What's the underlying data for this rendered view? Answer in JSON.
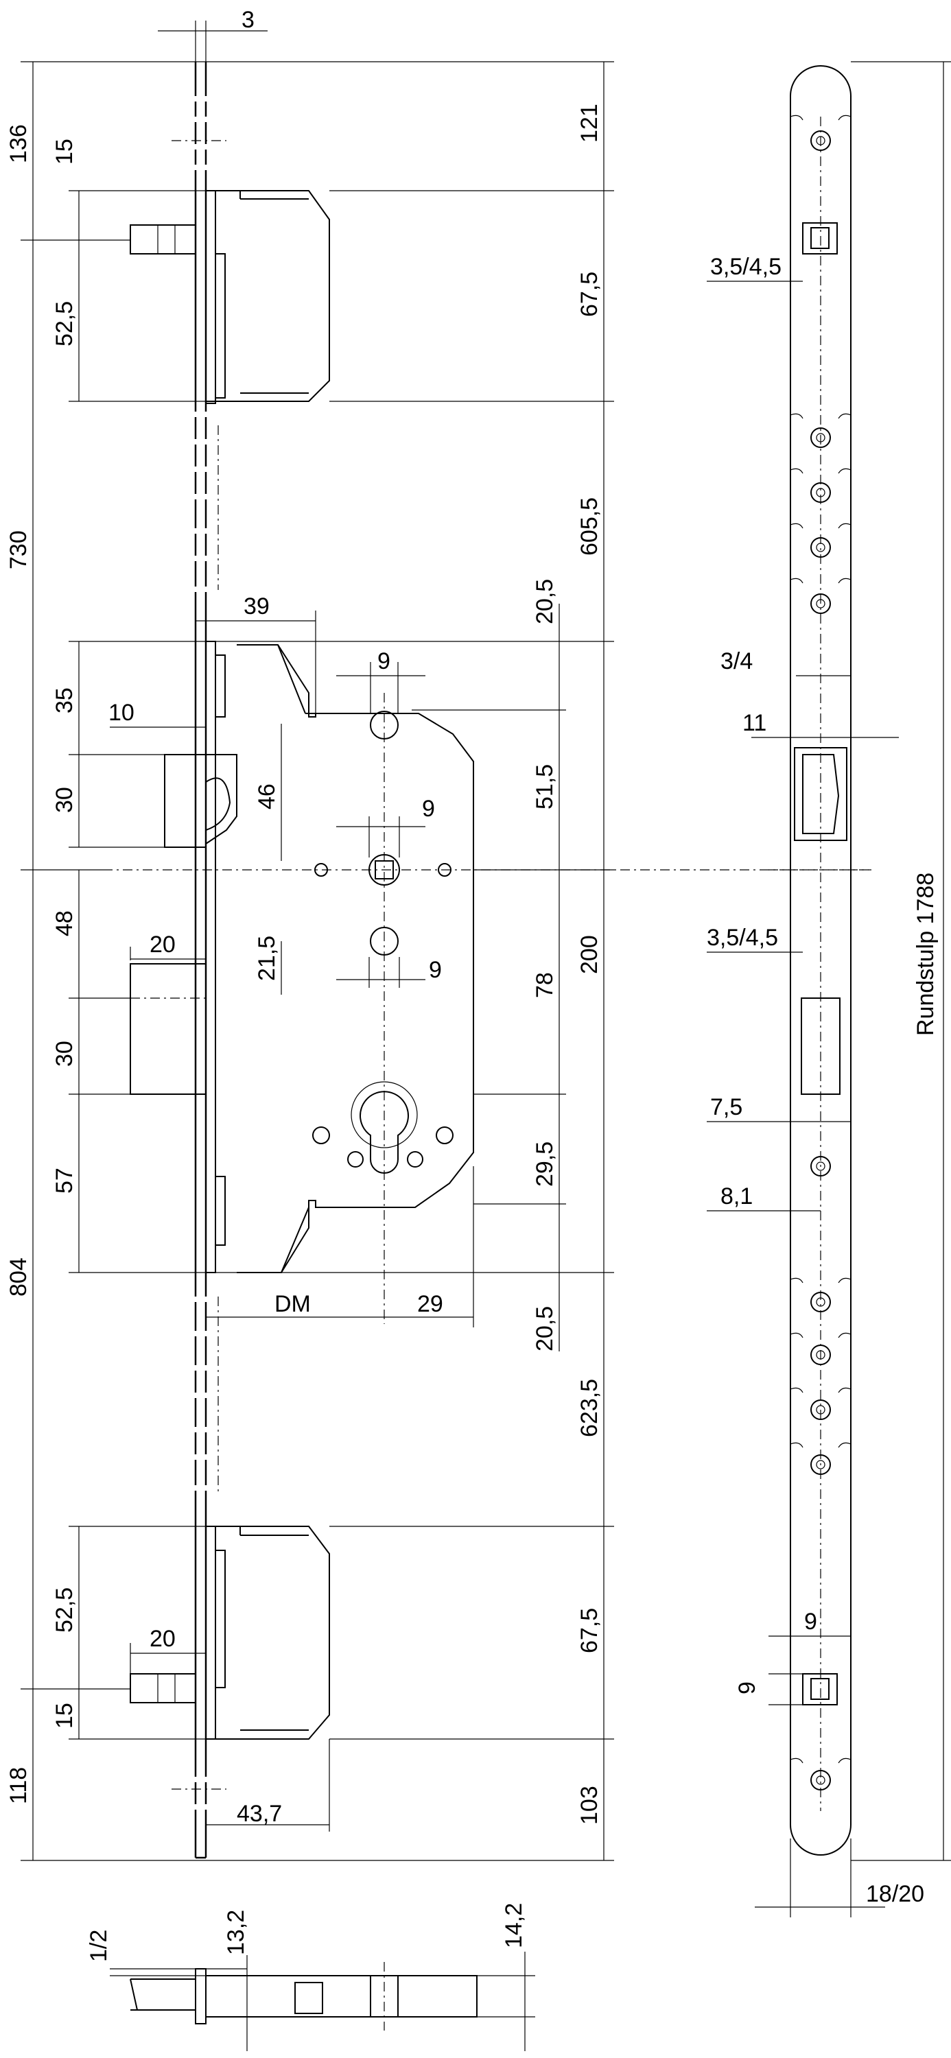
{
  "colors": {
    "line": "#000000",
    "background": "#ffffff"
  },
  "labels": {
    "dim_3": "3",
    "dim_136": "136",
    "dim_15_top": "15",
    "dim_121": "121",
    "dim_52_5_top": "52,5",
    "dim_67_5_top": "67,5",
    "dim_730": "730",
    "dim_605_5": "605,5",
    "dim_39": "39",
    "dim_20_5_top": "20,5",
    "dim_35": "35",
    "dim_9_a": "9",
    "dim_10": "10",
    "dim_46": "46",
    "dim_51_5": "51,5",
    "dim_30_a": "30",
    "dim_9_b": "9",
    "dim_48": "48",
    "dim_20_a": "20",
    "dim_21_5": "21,5",
    "dim_9_c": "9",
    "dim_200": "200",
    "dim_78": "78",
    "dim_30_b": "30",
    "dim_57": "57",
    "dim_29_5": "29,5",
    "dim_804": "804",
    "dim_dm": "DM",
    "dim_29": "29",
    "dim_20_5_bottom": "20,5",
    "dim_623_5": "623,5",
    "dim_52_5_bottom": "52,5",
    "dim_67_5_bottom": "67,5",
    "dim_20_b": "20",
    "dim_15_bottom": "15",
    "dim_118": "118",
    "dim_103": "103",
    "dim_43_7": "43,7",
    "dim_1_2": "1/2",
    "dim_13_2": "13,2",
    "dim_14_2": "14,2",
    "side_3_5_4_5_a": "3,5/4,5",
    "side_3_4": "3/4",
    "side_11": "11",
    "side_3_5_4_5_b": "3,5/4,5",
    "side_7_5": "7,5",
    "side_8_1": "8,1",
    "side_9_h": "9",
    "side_9_v": "9",
    "side_18_20": "18/20",
    "rundstulp": "Rundstulp 1788"
  }
}
